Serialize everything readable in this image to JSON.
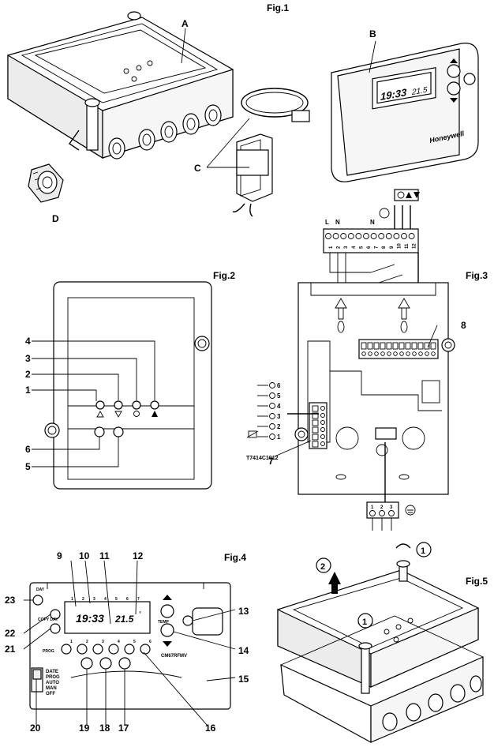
{
  "figures": {
    "fig1": {
      "title": "Fig.1",
      "labels": {
        "a": "A",
        "b": "B",
        "c": "C",
        "d": "D"
      }
    },
    "fig2": {
      "title": "Fig.2",
      "callouts": [
        "1",
        "2",
        "3",
        "4",
        "5",
        "6"
      ]
    },
    "fig3": {
      "title": "Fig.3",
      "terminal_labels": {
        "l": "L",
        "n": "N",
        "n2": "N"
      },
      "terminal_numbers": [
        "1",
        "2",
        "3",
        "4",
        "5",
        "6",
        "7",
        "8",
        "9",
        "10",
        "11",
        "12"
      ],
      "sensor_terminals": [
        "6",
        "5",
        "4",
        "3",
        "2",
        "1"
      ],
      "sensor_model": "T7414C1012",
      "earth_terminals": [
        "1",
        "2",
        "3"
      ],
      "callouts": {
        "eight": "8",
        "seven": "7"
      }
    },
    "fig4": {
      "title": "Fig.4",
      "display": {
        "time": "19:33",
        "temp": "21.5",
        "temp_unit": "°"
      },
      "day_numbers": [
        "1",
        "2",
        "3",
        "4",
        "5",
        "6",
        "7"
      ],
      "labels": {
        "day": "DAY",
        "copy_day": "COPY DAY",
        "prog": "PROG",
        "temp": "TEMP",
        "model": "CM67RFMV",
        "modes": [
          "DATE",
          "PROG",
          "AUTO",
          "MAN",
          "OFF"
        ]
      },
      "callouts": [
        "9",
        "10",
        "11",
        "12",
        "13",
        "14",
        "15",
        "16",
        "17",
        "18",
        "19",
        "20",
        "21",
        "22",
        "23"
      ]
    },
    "fig5": {
      "title": "Fig.5",
      "steps": [
        "1",
        "2",
        "1"
      ]
    },
    "thermostat": {
      "time": "19:33",
      "temp": "21.5",
      "brand": "Honeywell"
    }
  }
}
